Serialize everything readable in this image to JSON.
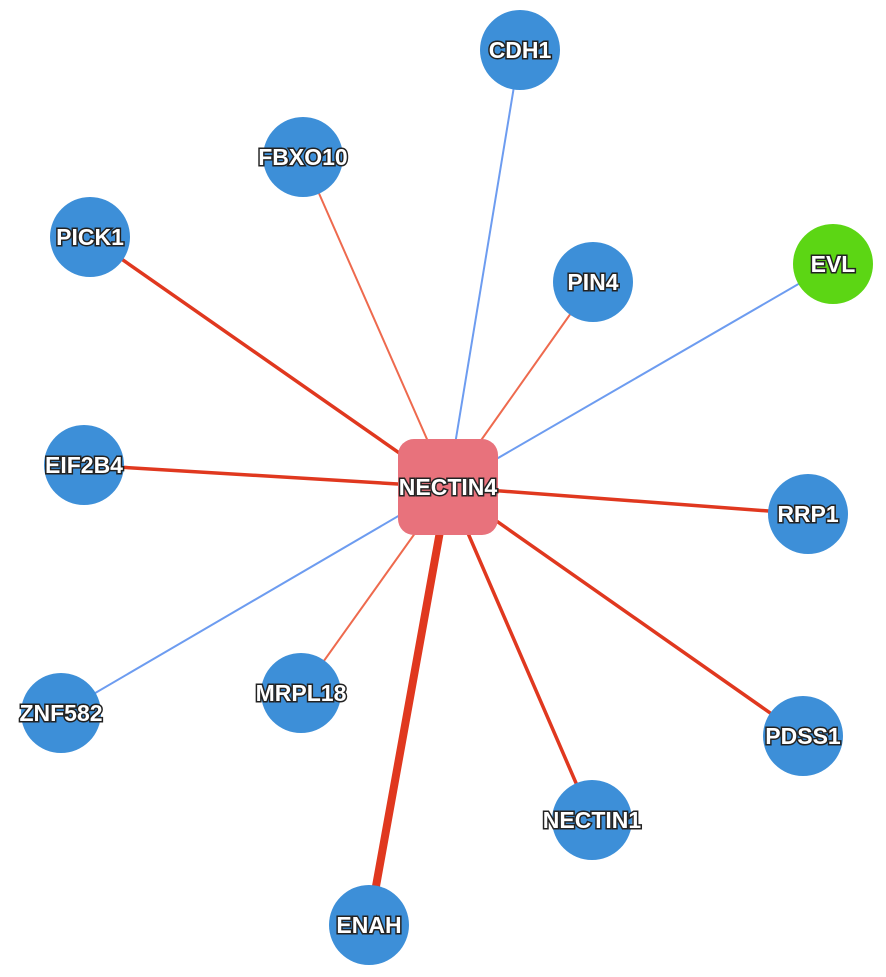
{
  "hub": {
    "id": "NECTIN4",
    "label": "NECTIN4",
    "color": "#e8727c"
  },
  "nodes": [
    {
      "id": "CDH1",
      "label": "CDH1",
      "color": "#3d8fd8"
    },
    {
      "id": "FBXO10",
      "label": "FBXO10",
      "color": "#3d8fd8"
    },
    {
      "id": "PICK1",
      "label": "PICK1",
      "color": "#3d8fd8"
    },
    {
      "id": "PIN4",
      "label": "PIN4",
      "color": "#3d8fd8"
    },
    {
      "id": "EVL",
      "label": "EVL",
      "color": "#5cd614"
    },
    {
      "id": "EIF2B4",
      "label": "EIF2B4",
      "color": "#3d8fd8"
    },
    {
      "id": "RRP1",
      "label": "RRP1",
      "color": "#3d8fd8"
    },
    {
      "id": "ZNF582",
      "label": "ZNF582",
      "color": "#3d8fd8"
    },
    {
      "id": "MRPL18",
      "label": "MRPL18",
      "color": "#3d8fd8"
    },
    {
      "id": "PDSS1",
      "label": "PDSS1",
      "color": "#3d8fd8"
    },
    {
      "id": "NECTIN1",
      "label": "NECTIN1",
      "color": "#3d8fd8"
    },
    {
      "id": "ENAH",
      "label": "ENAH",
      "color": "#3d8fd8"
    }
  ],
  "edges": [
    {
      "target": "CDH1",
      "color": "#6d9cf0",
      "weight": 1
    },
    {
      "target": "FBXO10",
      "color": "#ee6a4e",
      "weight": 1
    },
    {
      "target": "PICK1",
      "color": "#e0381f",
      "weight": 2
    },
    {
      "target": "PIN4",
      "color": "#ee6a4e",
      "weight": 1
    },
    {
      "target": "EVL",
      "color": "#6d9cf0",
      "weight": 1
    },
    {
      "target": "EIF2B4",
      "color": "#e0381f",
      "weight": 2
    },
    {
      "target": "RRP1",
      "color": "#e0381f",
      "weight": 2
    },
    {
      "target": "ZNF582",
      "color": "#6d9cf0",
      "weight": 1
    },
    {
      "target": "MRPL18",
      "color": "#ee6a4e",
      "weight": 1
    },
    {
      "target": "PDSS1",
      "color": "#e0381f",
      "weight": 2
    },
    {
      "target": "NECTIN1",
      "color": "#e0381f",
      "weight": 2
    },
    {
      "target": "ENAH",
      "color": "#e0381f",
      "weight": 4
    }
  ]
}
